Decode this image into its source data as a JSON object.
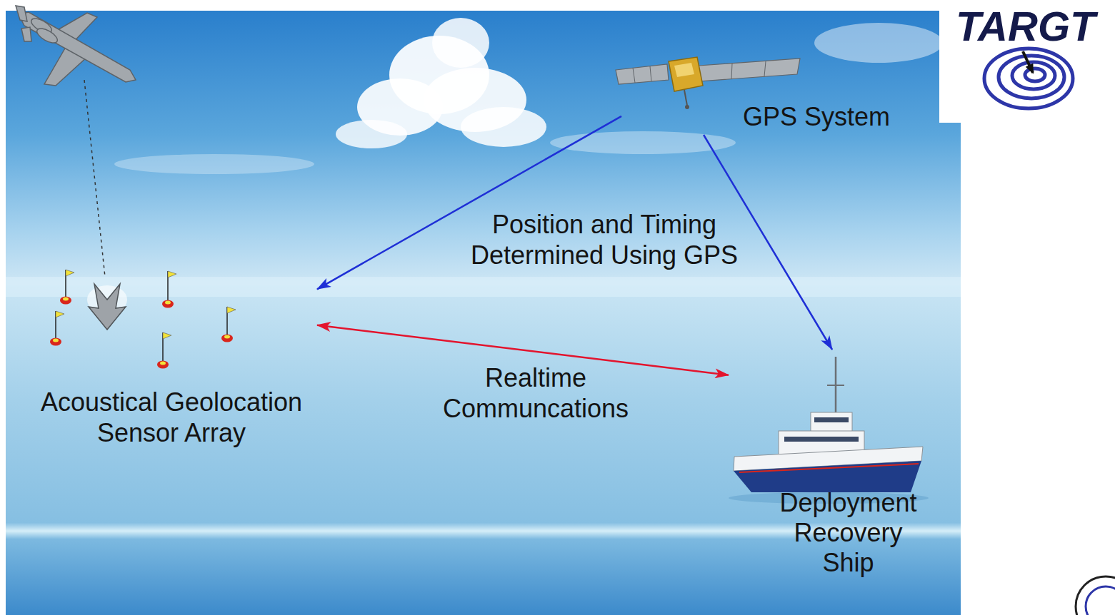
{
  "diagram": {
    "nodes": [
      {
        "text": [
          "GPS System"
        ]
      },
      {
        "text": [
          "Acoustical Geolocation Sensor Array"
        ]
      },
      {
        "text": [
          "Deployment Recovery Ship"
        ]
      }
    ],
    "edges": [
      {
        "from": 0,
        "to": 1,
        "arrow": "to"
      },
      {
        "from": 0,
        "to": 2,
        "arrow": "to"
      },
      {
        "from": 1,
        "to": 2,
        "arrow": "both",
        "label": "Realtime Communcations"
      }
    ],
    "labels": [
      "Position and Timing Determined Using GPS",
      "TARGT"
    ]
  }
}
